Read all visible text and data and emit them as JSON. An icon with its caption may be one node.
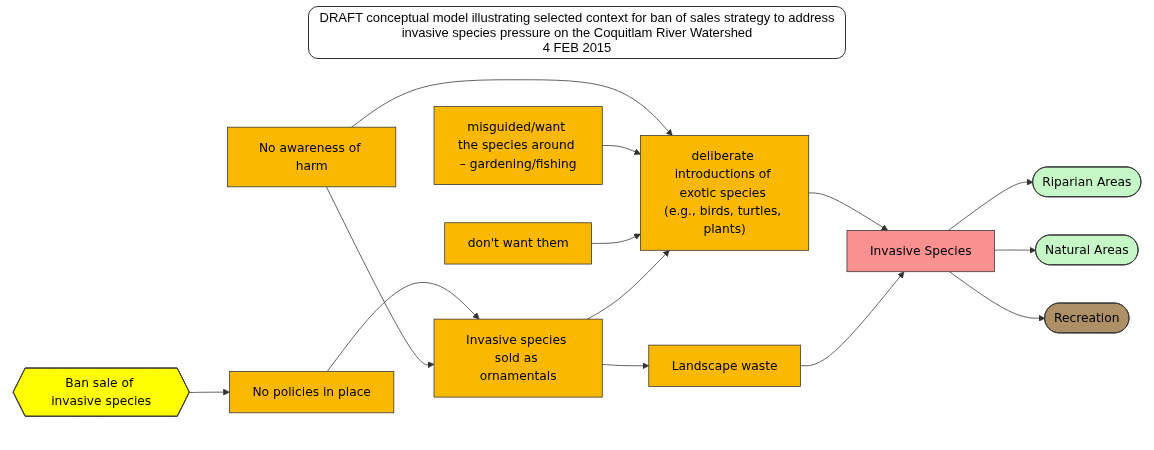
{
  "diagram": {
    "title": "DRAFT conceptual model illustrating selected context for ban of sales strategy to address invasive species pressure on the Coquitlam River Watershed",
    "nodes": [
      {
        "text": [
          "No awareness of harm"
        ]
      },
      {
        "text": [
          "misguided/want the species around – gardening/fishing"
        ]
      },
      {
        "text": [
          "don't want them"
        ]
      },
      {
        "text": [
          "Ban sale of invasive species"
        ]
      },
      {
        "text": [
          "No policies in place"
        ]
      },
      {
        "text": [
          "Invasive species sold as ornamentals"
        ]
      },
      {
        "text": [
          "deliberate introductions of exotic species (e.g., birds, turtles, plants)"
        ]
      },
      {
        "text": [
          "Landscape waste"
        ]
      },
      {
        "text": [
          "Invasive Species"
        ]
      },
      {
        "text": [
          "Riparian Areas"
        ]
      },
      {
        "text": [
          "Natural Areas"
        ]
      },
      {
        "text": [
          "Recreation"
        ]
      }
    ],
    "edges": [
      {
        "from": 3,
        "to": 4,
        "arrow": "to"
      },
      {
        "from": 4,
        "to": 5,
        "arrow": "to"
      },
      {
        "from": 0,
        "to": 5,
        "arrow": "to"
      },
      {
        "from": 0,
        "to": 6,
        "arrow": "to"
      },
      {
        "from": 1,
        "to": 6,
        "arrow": "to"
      },
      {
        "from": 2,
        "to": 6,
        "arrow": "to"
      },
      {
        "from": 5,
        "to": 6,
        "arrow": "to"
      },
      {
        "from": 5,
        "to": 7,
        "arrow": "to"
      },
      {
        "from": 6,
        "to": 8,
        "arrow": "to"
      },
      {
        "from": 7,
        "to": 8,
        "arrow": "to"
      },
      {
        "from": 8,
        "to": 9,
        "arrow": "to"
      },
      {
        "from": 8,
        "to": 10,
        "arrow": "to"
      },
      {
        "from": 8,
        "to": 11,
        "arrow": "to"
      }
    ],
    "labels": [
      "4 FEB 2015"
    ]
  }
}
